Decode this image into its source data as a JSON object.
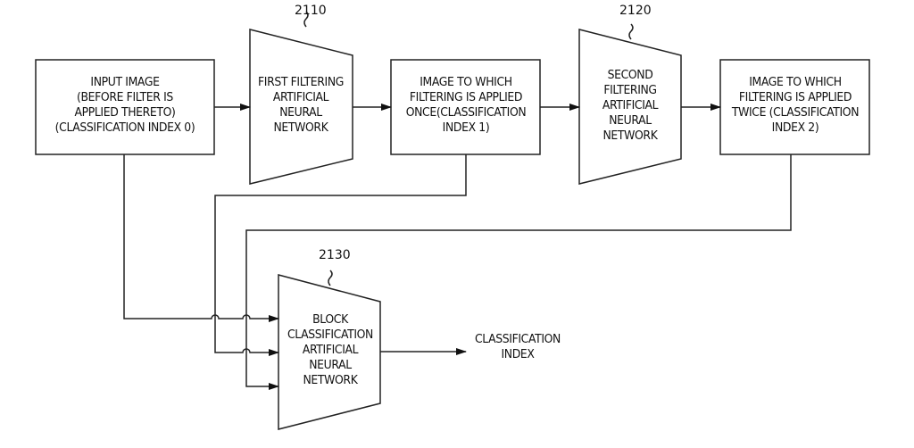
{
  "figure": {
    "blocks": {
      "input_image": {
        "text": "INPUT IMAGE\n(BEFORE FILTER IS\nAPPLIED THERETO)\n(CLASSIFICATION INDEX 0)"
      },
      "first_filter": {
        "ref": "2110",
        "text": "FIRST FILTERING\nARTIFICIAL\nNEURAL\nNETWORK"
      },
      "filtered_once": {
        "text": "IMAGE TO WHICH\nFILTERING IS APPLIED\nONCE(CLASSIFICATION\nINDEX 1)"
      },
      "second_filter": {
        "ref": "2120",
        "text": "SECOND\nFILTERING\nARTIFICIAL\nNEURAL\nNETWORK"
      },
      "filtered_twice": {
        "text": "IMAGE TO WHICH\nFILTERING IS APPLIED\nTWICE (CLASSIFICATION\nINDEX 2)"
      },
      "block_classifier": {
        "ref": "2130",
        "text": "BLOCK\nCLASSIFICATION\nARTIFICIAL\nNEURAL\nNETWORK"
      },
      "output": {
        "text": "CLASSIFICATION\nINDEX"
      }
    }
  }
}
